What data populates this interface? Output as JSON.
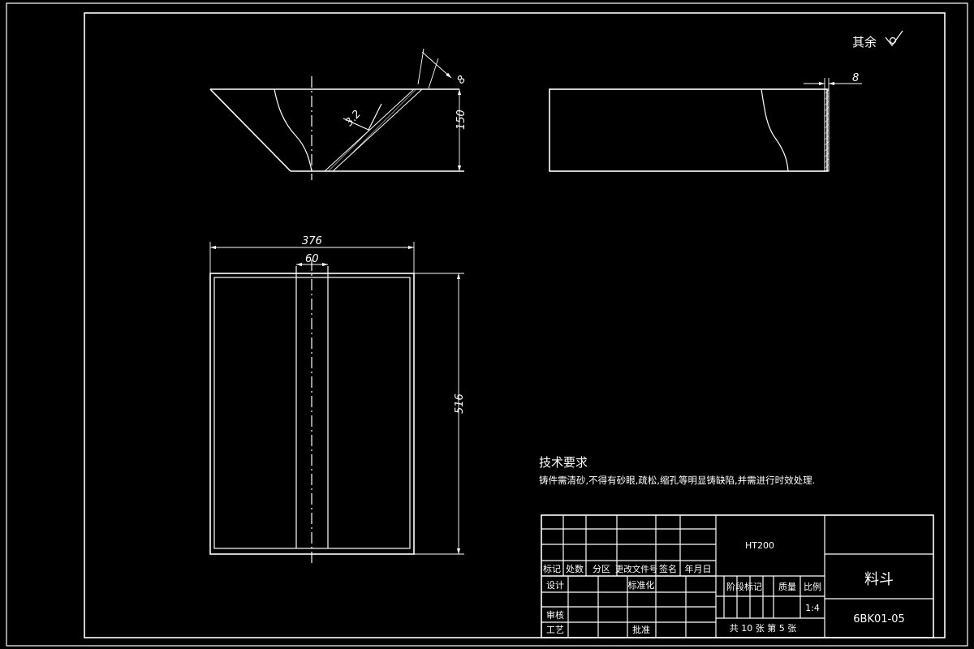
{
  "roughness": {
    "label": "其余"
  },
  "dims": {
    "thickness_top": "8",
    "roughness_value": "3.2",
    "height": "150",
    "thickness_side": "8",
    "width": "376",
    "center_width": "60",
    "length": "516"
  },
  "tech_req": {
    "title": "技术要求",
    "text": "铸件需清砂,不得有砂眼,疏松,缩孔等明显铸缺陷,并需进行时效处理."
  },
  "title_block": {
    "material": "HT200",
    "part_name": "料斗",
    "drawing_no": "6BK01-05",
    "row_labels": [
      "标记",
      "处数",
      "分区",
      "更改文件号",
      "签名",
      "年月日"
    ],
    "design": "设计",
    "standardization": "标准化",
    "review": "审核",
    "process": "工艺",
    "approve": "批准",
    "stage_mark": "阶段标记",
    "weight": "质量",
    "scale_label": "比例",
    "scale": "1:4",
    "sheets": "共 10 张  第 5 张"
  }
}
